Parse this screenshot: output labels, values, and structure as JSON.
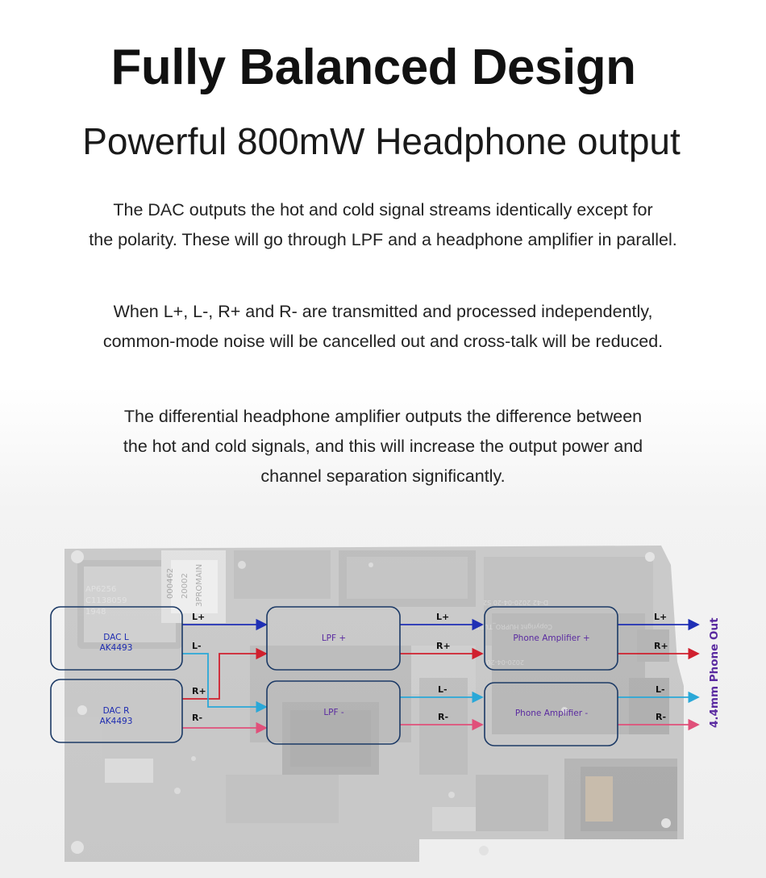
{
  "heading": {
    "title": "Fully Balanced Design",
    "subtitle": "Powerful 800mW Headphone output"
  },
  "paragraphs": [
    {
      "lines": [
        "The DAC outputs the hot and cold signal streams identically except for",
        "the polarity. These will go through LPF and a headphone amplifier in parallel."
      ]
    },
    {
      "lines": [
        "When L+, L-, R+ and R- are transmitted and processed independently,",
        "common-mode noise will be cancelled out and cross-talk will be reduced."
      ]
    },
    {
      "lines": [
        "The differential headphone amplifier outputs the difference between",
        "the hot and cold signals, and this will increase the output power and",
        "channel separation significantly."
      ]
    }
  ],
  "diagram": {
    "blocks": {
      "dac_l": {
        "line1": "DAC L",
        "line2": "AK4493"
      },
      "dac_r": {
        "line1": "DAC R",
        "line2": "AK4493"
      },
      "lpf_plus": "LPF +",
      "lpf_minus": "LPF -",
      "amp_plus": "Phone Amplifier +",
      "amp_minus": "Phone Amplifier -"
    },
    "signals": {
      "l_plus": "L+",
      "l_minus": "L-",
      "r_plus": "R+",
      "r_minus": "R-"
    },
    "output_label": "4.4mm Phone Out",
    "pcb_markings": {
      "chip_top": "AP6256",
      "chip_mid": "C1138059",
      "chip_bottom": "1948",
      "board_id_1": "000462",
      "board_id_2": "20002",
      "board_id_3": "3PROMAIN",
      "board_date": "D-42 2020-04-20 S2",
      "board_tag": "Copyright HUPRO_TUBE",
      "board_date_2": "2020-04-20"
    },
    "colors": {
      "l_plus": "#1f2fb5",
      "l_minus": "#2aa8d8",
      "r_plus": "#d0202e",
      "r_minus": "#e0507a",
      "block_border": "#1c3a66",
      "dac_text": "#1d2bb0",
      "lpf_text": "#5a2aa0",
      "output_text": "#5a2aa0"
    }
  }
}
